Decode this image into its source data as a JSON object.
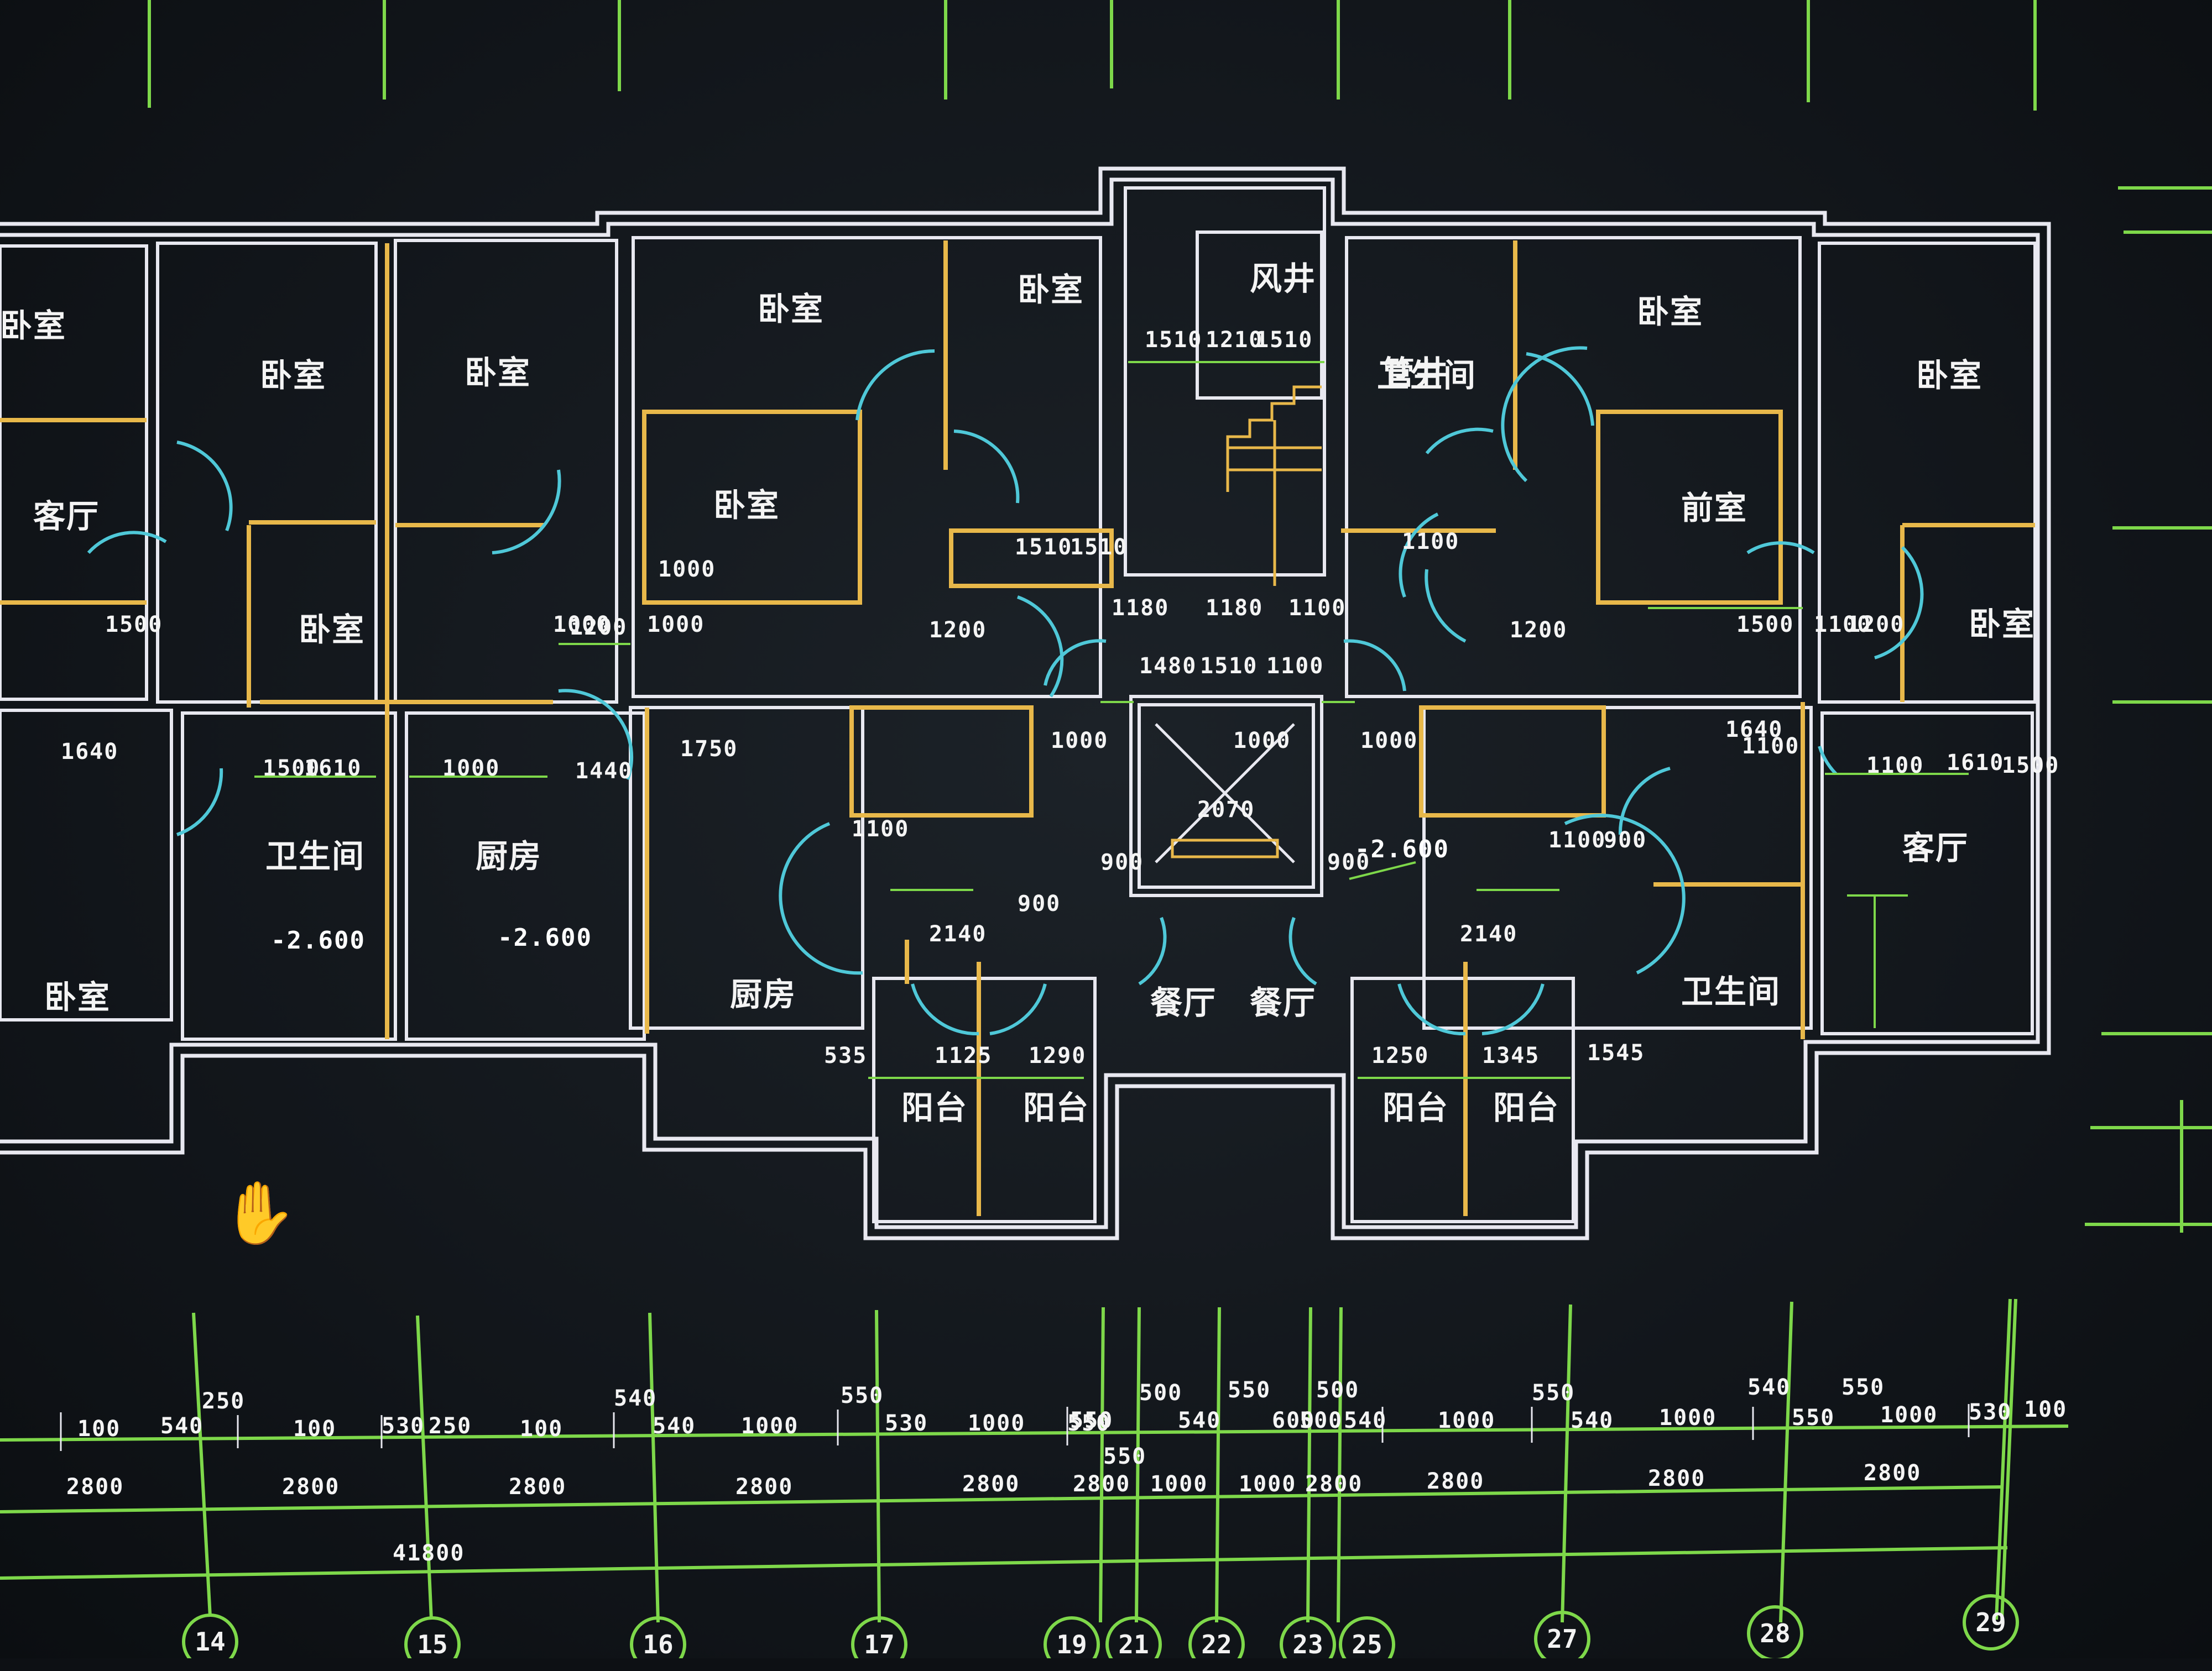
{
  "colors": {
    "background": "#12161b",
    "wall": "#e8e8f0",
    "yellow": "#e8b84a",
    "door": "#4fc8d8",
    "green": "#7ed84a",
    "text": "#f4f4f4"
  },
  "cursor": {
    "icon": "hand-pan-icon"
  },
  "room_labels": [
    "卧室",
    "卧室",
    "卧室",
    "卧室",
    "卧室",
    "卧室",
    "客厅",
    "卧室",
    "卫生间",
    "卧室",
    "前室",
    "卧室",
    "卧室",
    "卫生间",
    "厨房",
    "厨房",
    "餐厅",
    "餐厅",
    "阳台",
    "阳台",
    "阳台",
    "阳台",
    "卫生间",
    "客厅",
    "卧室"
  ],
  "top_labels": {
    "shaft_room": "风井",
    "shaft_room_2": "管井",
    "elev_shaft": "2070"
  },
  "elevation_labels": [
    "-2.600",
    "-2.600",
    "-2.600"
  ],
  "dimension_labels": [
    "1510",
    "1210",
    "1510",
    "1480",
    "1510",
    "1100",
    "1510",
    "1510",
    "1100",
    "1200",
    "1100",
    "1200",
    "1000",
    "1000",
    "1750",
    "1640",
    "1640",
    "1500",
    "1500",
    "1100",
    "1100",
    "1000",
    "1000",
    "1500",
    "1500",
    "1610",
    "1610",
    "1000",
    "1000",
    "1200",
    "1200",
    "900",
    "900",
    "1100",
    "1100",
    "1125",
    "1250",
    "1290",
    "1345",
    "1545",
    "535",
    "1000",
    "2140",
    "2140",
    "900",
    "900",
    "1440",
    "1180",
    "1100",
    "1180"
  ],
  "bottom_dims": {
    "row1": [
      "100",
      "540",
      "250",
      "100",
      "530",
      "250",
      "100",
      "540",
      "540",
      "1000",
      "530",
      "1000",
      "550",
      "540",
      "540",
      "1000",
      "550",
      "540",
      "1000",
      "540",
      "550",
      "1000",
      "530",
      "100"
    ],
    "row1_upper": [
      "550",
      "550",
      "500",
      "600",
      "550",
      "500",
      "550",
      "500"
    ],
    "row2": [
      "2800",
      "2800",
      "2800",
      "2800",
      "2800",
      "2800",
      "1000",
      "1000",
      "2800",
      "2800",
      "2800",
      "2800"
    ],
    "row2_small": "550",
    "total": "41800"
  },
  "axis_labels": [
    "14",
    "15",
    "16",
    "17",
    "19",
    "21",
    "22",
    "23",
    "25",
    "27",
    "28",
    "29"
  ]
}
